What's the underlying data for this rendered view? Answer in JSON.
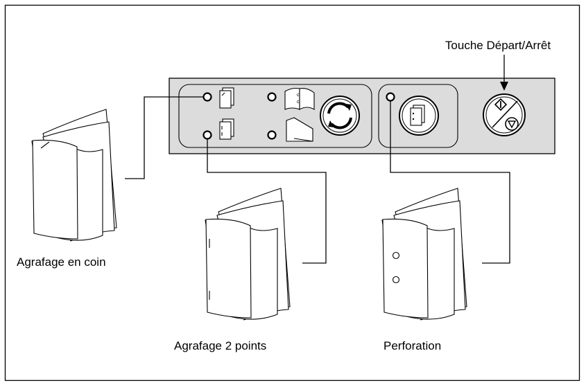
{
  "labels": {
    "start_stop_key": "Touche Départ/Arrêt",
    "corner_staple": "Agrafage en coin",
    "two_point_staple": "Agrafage 2 points",
    "punch": "Perforation"
  },
  "icons": {
    "frame": "diagram-border",
    "panel": "finisher-control-panel",
    "corner_staple_led": "indicator-lamp-icon",
    "corner_staple_key": "corner-staple-icon",
    "two_point_led": "indicator-lamp-icon",
    "two_point_key": "two-point-staple-icon",
    "booklet_led": "indicator-lamp-icon",
    "booklet_key": "center-staple-booklet-icon",
    "fold_led": "indicator-lamp-icon",
    "fold_key": "folded-sheet-icon",
    "toggle_key": "cycle-arrows-icon",
    "punch_led": "indicator-lamp-icon",
    "punch_key": "punch-holes-icon",
    "start_stop": "start-stop-icon"
  }
}
